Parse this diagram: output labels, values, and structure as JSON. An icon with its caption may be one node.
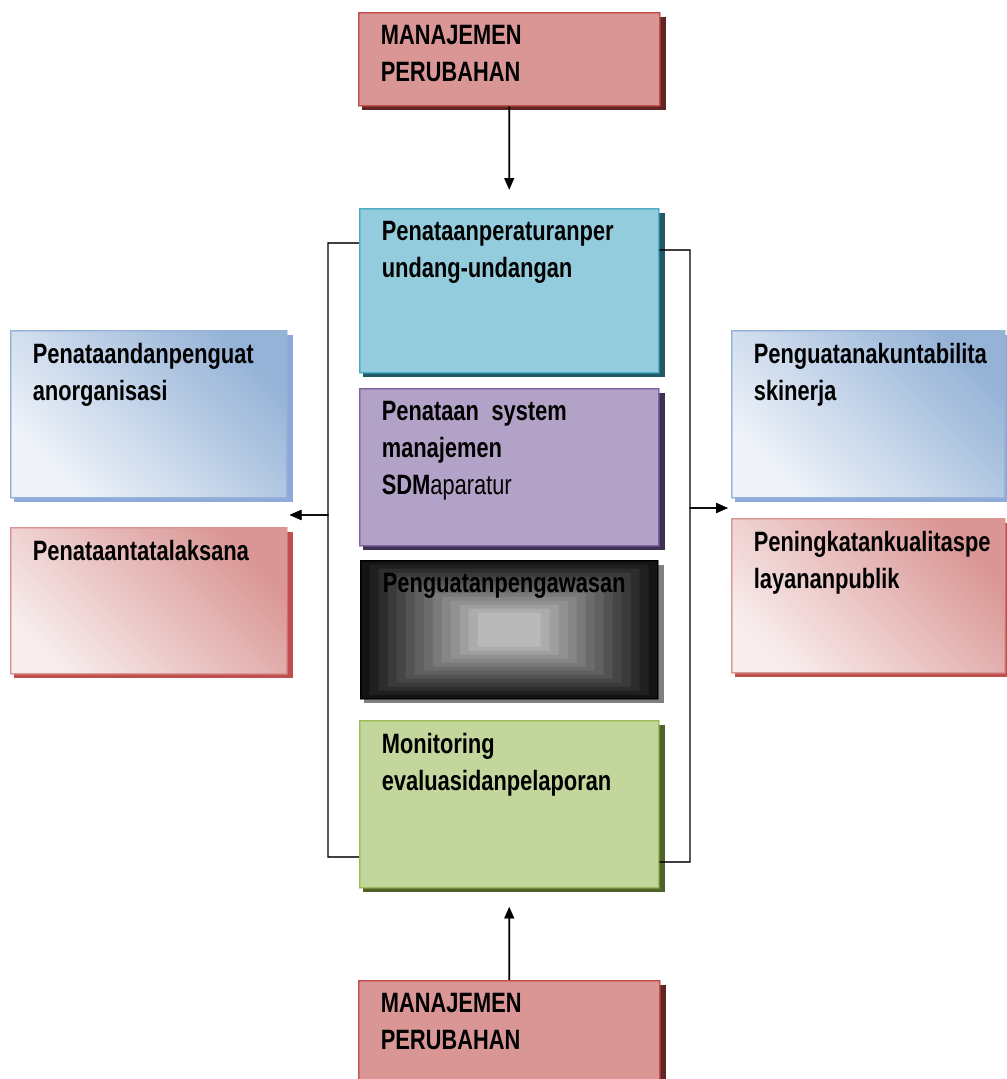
{
  "diagram": {
    "nodes": [
      {
        "text": [
          "MANAJEMEN PERUBAHAN"
        ]
      },
      {
        "text": [
          "Penataanperaturanper undang-undangan"
        ]
      },
      {
        "text": [
          "Penataandanpenguat anorganisasi"
        ]
      },
      {
        "text": [
          "Penguatanakuntabilita skinerja"
        ]
      },
      {
        "text": [
          "**Penataan system manajemen SDM**aparatur"
        ]
      },
      {
        "text": [
          "Penataantatalaksana"
        ]
      },
      {
        "text": [
          "Peningkatankualitaspe layananpublik"
        ]
      },
      {
        "text": [
          "Penguatanpengawasan"
        ]
      },
      {
        "text": [
          "Monitoring evaluasidanpelaporan"
        ]
      },
      {
        "text": [
          "MANAJEMEN PERUBAHAN"
        ]
      }
    ],
    "edges": [
      {
        "from": 0,
        "to": 1,
        "arrow": "to"
      },
      {
        "from": 1,
        "to": 2,
        "arrow": "to"
      },
      {
        "from": 8,
        "to": 5,
        "arrow": "to"
      },
      {
        "from": 1,
        "to": 3,
        "arrow": "to"
      },
      {
        "from": 8,
        "to": 6,
        "arrow": "to"
      },
      {
        "from": 9,
        "to": 8,
        "arrow": "to"
      }
    ]
  }
}
